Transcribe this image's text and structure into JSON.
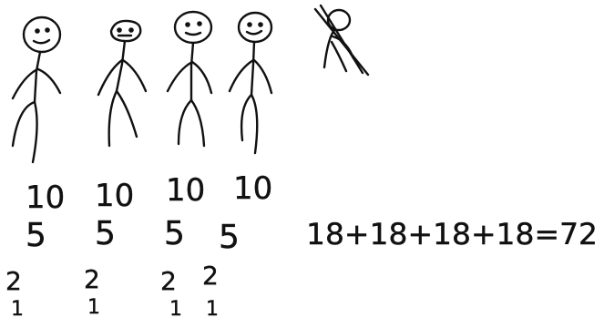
{
  "figures": [
    {
      "n10": "10",
      "n5": "5",
      "n2": "2",
      "n1": "1"
    },
    {
      "n10": "10",
      "n5": "5",
      "n2": "2",
      "n1": "1"
    },
    {
      "n10": "10",
      "n5": "5",
      "n2": "2",
      "n1": "1"
    },
    {
      "n10": "10",
      "n5": "5",
      "n2": "2",
      "n1": "1"
    }
  ],
  "crossed_figure": "crossed-out stick figure",
  "equation": "18+18+18+18=72",
  "colors": {
    "ink": "#111111",
    "paper": "#ffffff"
  }
}
